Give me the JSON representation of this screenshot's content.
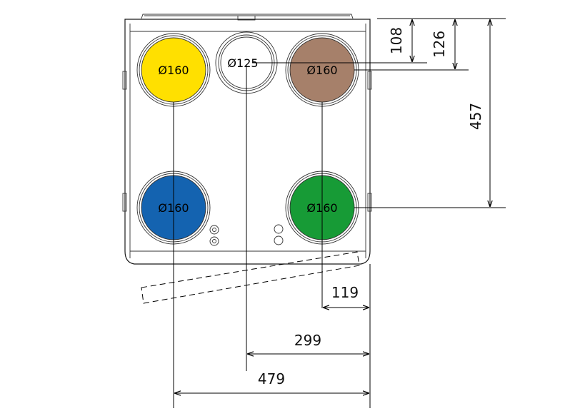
{
  "ports": [
    {
      "id": "top-left",
      "label": "Ø160",
      "color": "#FFE000"
    },
    {
      "id": "top-middle",
      "label": "Ø125",
      "color": "#FFFFFF"
    },
    {
      "id": "top-right",
      "label": "Ø160",
      "color": "#A6806A"
    },
    {
      "id": "bottom-left",
      "label": "Ø160",
      "color": "#1463B0"
    },
    {
      "id": "bottom-right",
      "label": "Ø160",
      "color": "#179B36"
    }
  ],
  "dimensions": {
    "d108": "108",
    "d126": "126",
    "d457": "457",
    "d119": "119",
    "d299": "299",
    "d479": "479"
  }
}
